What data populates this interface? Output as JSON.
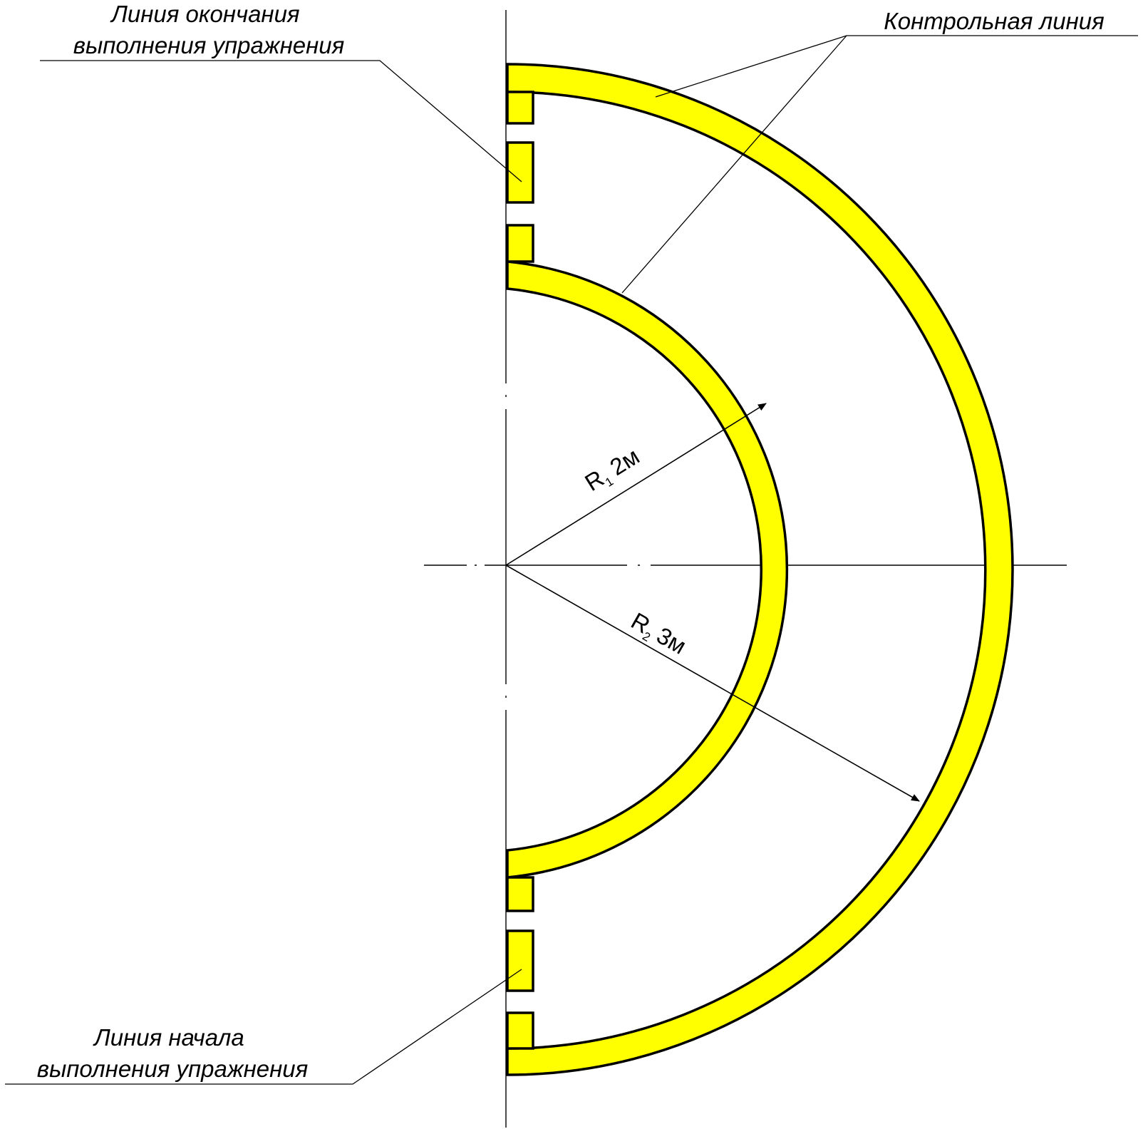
{
  "colors": {
    "marking": "#ffff00",
    "outline": "#000000"
  },
  "labels": {
    "finish_line_1": "Линия окончания",
    "finish_line_2": "выполнения упражнения",
    "control_line": "Контрольная линия",
    "start_line_1": "Линия начала",
    "start_line_2": "выполнения упражнения"
  },
  "dimensions": {
    "r1": {
      "symbol": "R",
      "index": "1",
      "value": "2м",
      "radius_m": 2
    },
    "r2": {
      "symbol": "R",
      "index": "2",
      "value": "3м",
      "radius_m": 3
    }
  }
}
